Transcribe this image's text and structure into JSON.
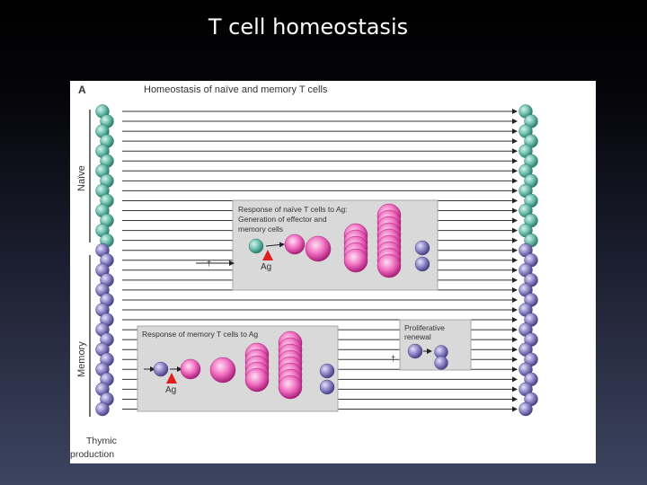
{
  "slide": {
    "title": "T cell homeostasis"
  },
  "figure": {
    "panel_letter": "A",
    "heading": "Homeostasis of naïve and memory T cells",
    "axis_label_naive": "Naïve",
    "axis_label_memory": "Memory",
    "bottom_label_line1": "Thymic",
    "bottom_label_line2": "production",
    "death_mark": "†",
    "naive_box": {
      "line1": "Response of naïve T cells to Ag:",
      "line2": "Generation of effector and",
      "line3": "memory cells",
      "ag_label": "Ag"
    },
    "memory_box": {
      "title": "Response of memory T cells to Ag",
      "ag_label": "Ag"
    },
    "renewal_box": {
      "line1": "Proliferative",
      "line2": "renewal"
    },
    "colors": {
      "naive_cell": "#6fbfae",
      "memory_cell": "#8e86c6",
      "effector_cell": "#f06cc0",
      "antigen": "#e02020"
    }
  }
}
